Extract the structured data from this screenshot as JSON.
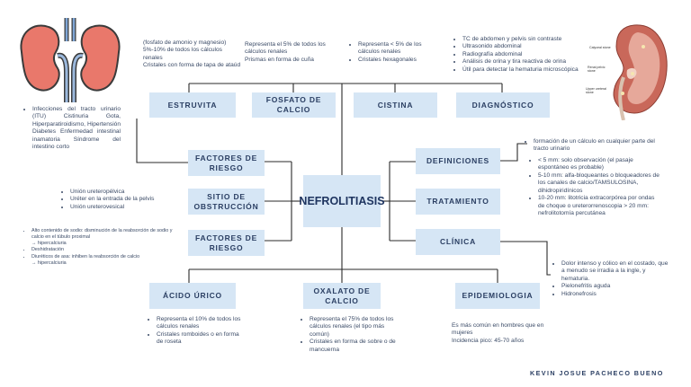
{
  "center": "NEFROLITIASIS",
  "boxes": {
    "estruvita": "ESTRUVITA",
    "fosfato": "FOSFATO DE CALCIO",
    "cistina": "CISTINA",
    "diagnostico": "DIAGNÓSTICO",
    "factores1": "FACTORES DE RIESGO",
    "sitio": "SITIO DE OBSTRUCCIÓN",
    "factores2": "FACTORES DE RIESGO",
    "definiciones": "DEFINICIONES",
    "tratamiento": "TRATAMIENTO",
    "clinica": "CLÍNICA",
    "acido": "ÁCIDO ÚRICO",
    "oxalato": "OXALATO DE CALCIO",
    "epidemiologia": "EPIDEMIOLOGIA"
  },
  "notes": {
    "estruvita": [
      "(fosfato de amonio y magnesio)",
      "5%-10% de todos los cálculos renales",
      "Cristales con forma de tapa de ataúd"
    ],
    "fosfato": [
      "Representa el 5% de todos los cálculos renales",
      "Prismas en forma de cuña"
    ],
    "cistina": [
      "Representa < 5% de los cálculos renales",
      "Cristales hexagonales"
    ],
    "diagnostico": [
      "TC de abdomen y pelvis sin contraste",
      "Ultrasonido abdominal",
      "Radiografía abdominal",
      "Análisis de orina y tira reactiva de orina",
      "Útil para detectar la hematuria microscópica"
    ],
    "factores1": "Infecciones del tracto urinario (ITU) Cistinuria Gota, Hiperparatiroidismo, Hipertensión Diabetes Enfermedad intestinal inamatoria Síndrome del intestino corto",
    "sitio": [
      "Unión ureteropélvica",
      "Uréter en la entrada de la pelvis",
      "Unión ureterovesical"
    ],
    "factores2": {
      "item1": "Alto contenido de sodio: disminución de la reabsorción de sodio y calcio en el túbulo proximal",
      "item1b": "→ hipercalciuria",
      "item2": "Deshidratación",
      "item3": "Diuréticos de asa: inhiben la reabsorción de calcio",
      "item3b": "→ hipercalciuria"
    },
    "definiciones": "formación de un cálculo en cualquier parte del tracto urinario",
    "tratamiento": [
      "< 5 mm: solo observación (el pasaje espontáneo es probable)",
      "5-10 mm: alfa-bloqueantes o bloqueadores de los canales de calcio/TAMSULOSINA, dihidropiridínicos",
      "10-20 mm: litotricia extracorpórea por ondas de choque o ureterorrenoscopia > 20 mm: nefrolitotomía percutánea"
    ],
    "clinica": [
      "Dolor intenso y cólico en el costado, que a menudo se irradia a la ingle, y hematuria.",
      "Pielonefritis aguda",
      "Hidronefrosis"
    ],
    "acido": [
      "Representa el 10% de todos los cálculos renales",
      "Cristales romboides o en forma de roseta"
    ],
    "oxalato": [
      "Representa el 75% de todos los cálculos renales (el tipo más común)",
      "Cristales en forma de sobre o de mancuerna"
    ],
    "epidemiologia": [
      "Es más común en hombres que en mujeres",
      "Incidencia pico: 45-70 años"
    ]
  },
  "kidney_labels": [
    "Calyceal stone",
    "Renal pelvic stone",
    "Upper ureteral stone"
  ],
  "author": "KEVIN JOSUE PACHECO BUENO",
  "colors": {
    "box_fill": "#d6e6f5",
    "box_text": "#2b3f63",
    "line": "#2a2a2a",
    "kidney": "#e9786b",
    "ureter": "#9bb8dc"
  }
}
